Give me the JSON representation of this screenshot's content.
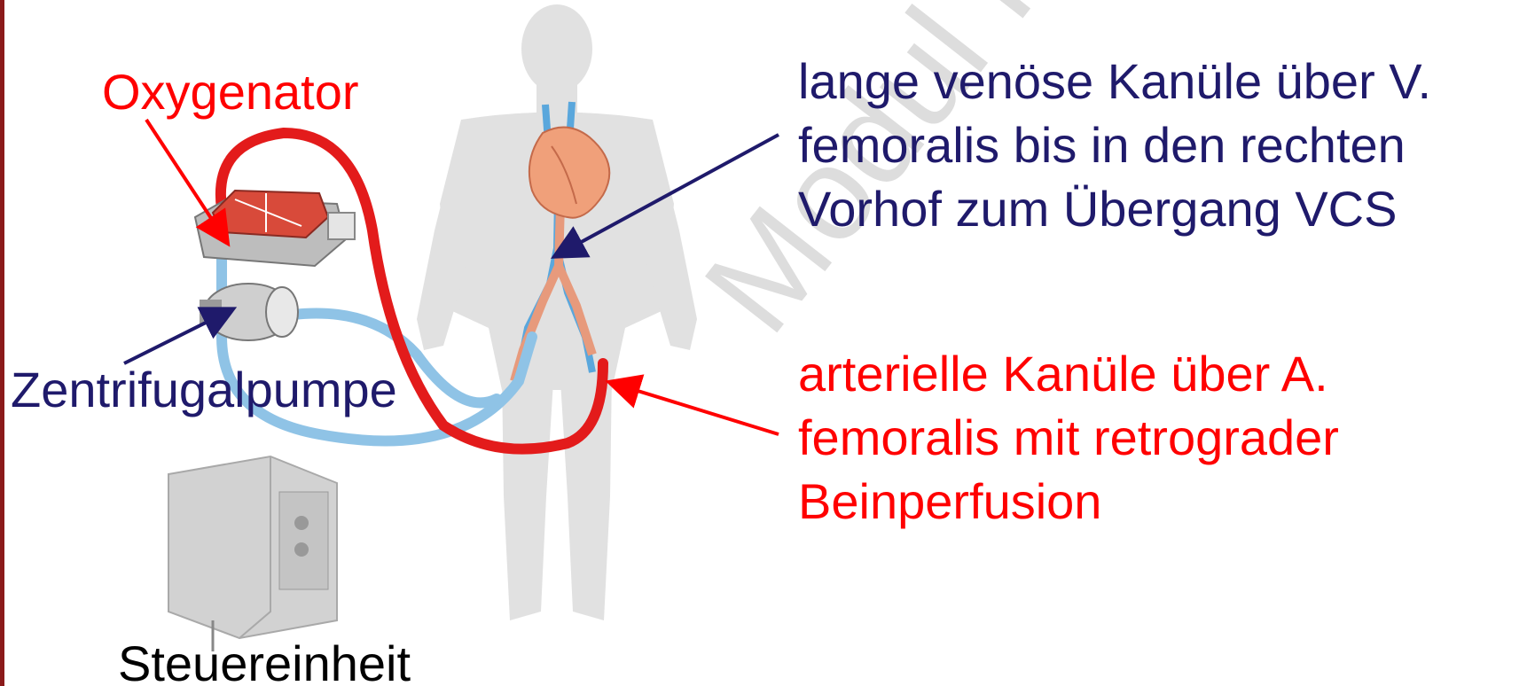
{
  "colors": {
    "red": "#ff0000",
    "navy": "#1f1a6b",
    "black": "#000000",
    "border": "#8b1a1a",
    "body_gray": "#d9d9d9",
    "tube_blue": "#8fc3e6",
    "tube_red": "#e31b1b"
  },
  "labels": {
    "oxygenator": "Oxygenator",
    "pump": "Zentrifugalpumpe",
    "control_unit": "Steuereinheit",
    "venous": {
      "line1": "lange venöse Kanüle über V.",
      "line2": "femoralis bis in den rechten",
      "line3": "Vorhof zum Übergang VCS"
    },
    "arterial": {
      "line1": "arterielle Kanüle über A.",
      "line2": "femoralis mit retrograder",
      "line3": "Beinperfusion"
    }
  },
  "watermark": "Modul He",
  "icons": {
    "body": "human-body-silhouette",
    "heart": "heart-icon",
    "oxygenator": "oxygenator-device-icon",
    "pump": "centrifugal-pump-icon",
    "console": "control-console-icon"
  }
}
